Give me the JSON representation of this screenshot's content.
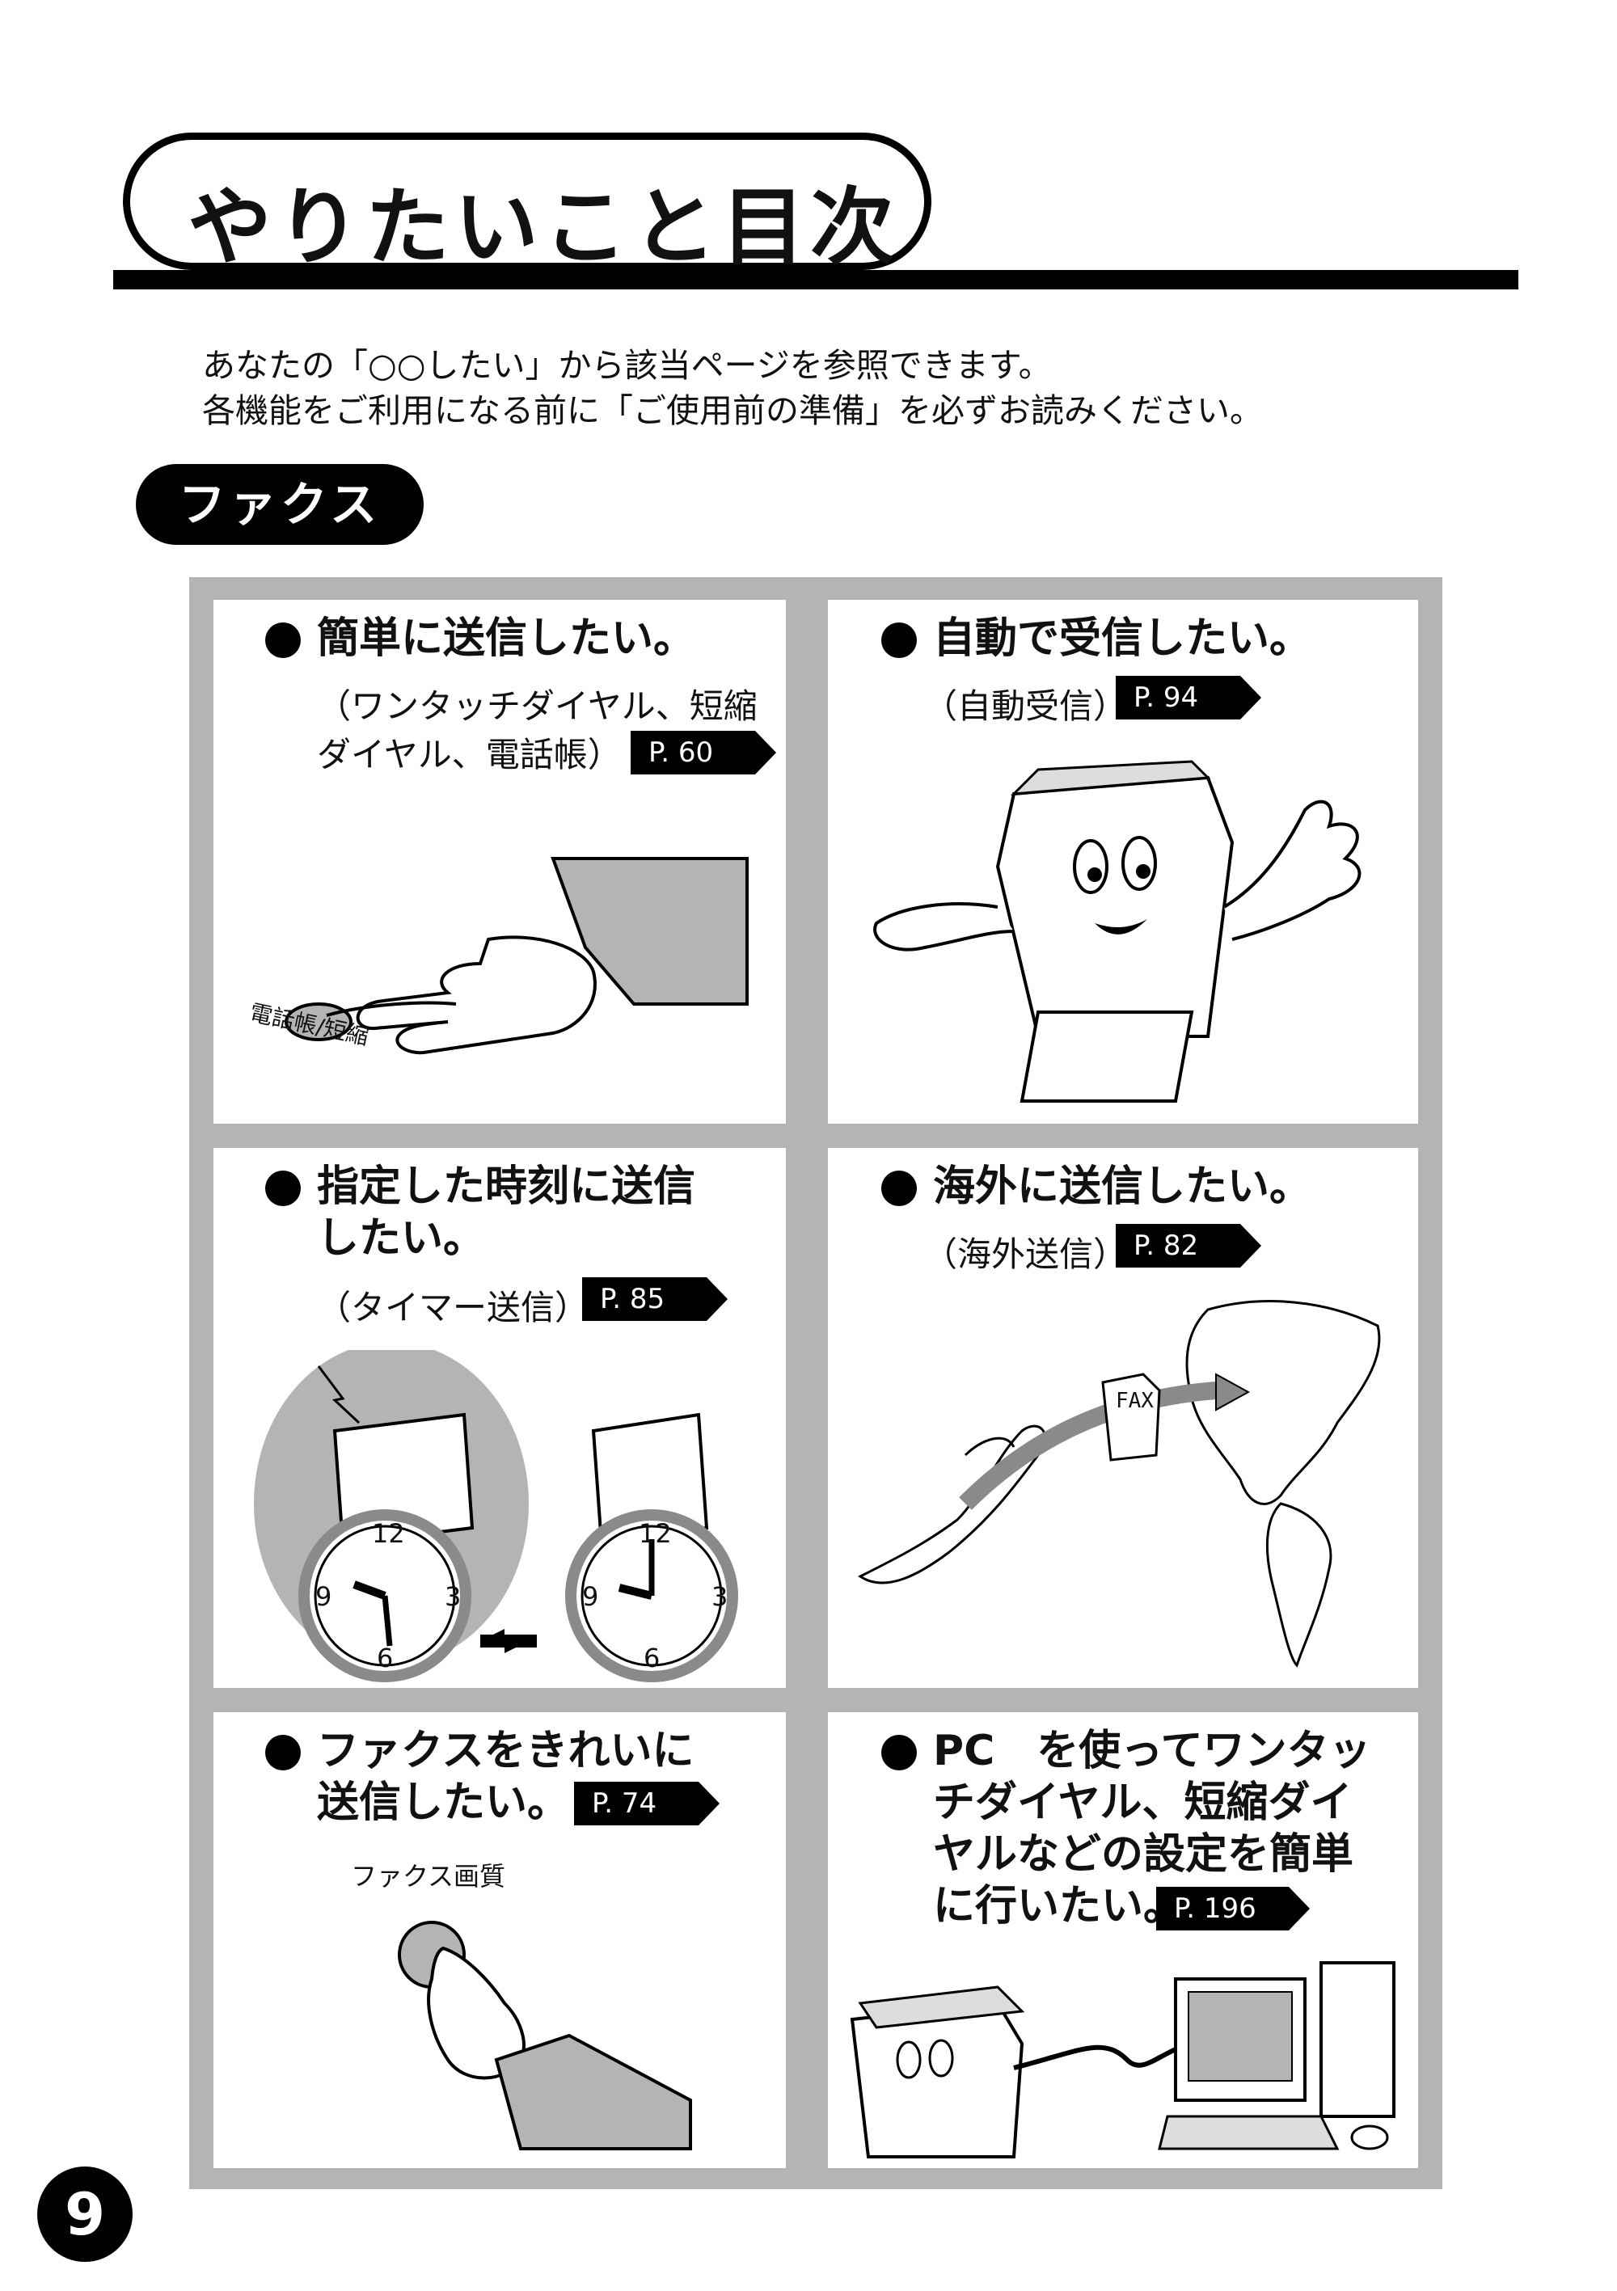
{
  "header": {
    "title": "やりたいこと目次",
    "intro_line1": "あなたの「○○したい」から該当ページを参照できます。",
    "intro_line2": "各機能をご利用になる前に「ご使用前の準備」を必ずお読みください。"
  },
  "section": {
    "label": "ファクス"
  },
  "panels": [
    {
      "heading": [
        "簡単に送信したい。"
      ],
      "sub": [
        "（ワンタッチダイヤル、短縮",
        "ダイヤル、電話帳）"
      ],
      "page_ref": "P. 60",
      "button_label": "電話帳/短縮"
    },
    {
      "heading": [
        "自動で受信したい。"
      ],
      "sub": [
        "（自動受信）"
      ],
      "page_ref": "P. 94"
    },
    {
      "heading": [
        "指定した時刻に送信",
        "したい。"
      ],
      "sub": [
        "（タイマー送信）"
      ],
      "page_ref": "P. 85",
      "clock_numbers": [
        "12",
        "3",
        "6",
        "9"
      ]
    },
    {
      "heading": [
        "海外に送信したい。"
      ],
      "sub": [
        "（海外送信）"
      ],
      "page_ref": "P. 82",
      "fax_label": "FAX"
    },
    {
      "heading": [
        "ファクスをきれいに",
        "送信したい。"
      ],
      "page_ref": "P. 74",
      "button_label": "ファクス画質"
    },
    {
      "heading": [
        "PC　を使ってワンタッ",
        "チダイヤル、短縮ダイ",
        "ヤルなどの設定を簡単",
        "に行いたい。"
      ],
      "page_ref": "P. 196"
    }
  ],
  "footer": {
    "page_number": "9"
  }
}
